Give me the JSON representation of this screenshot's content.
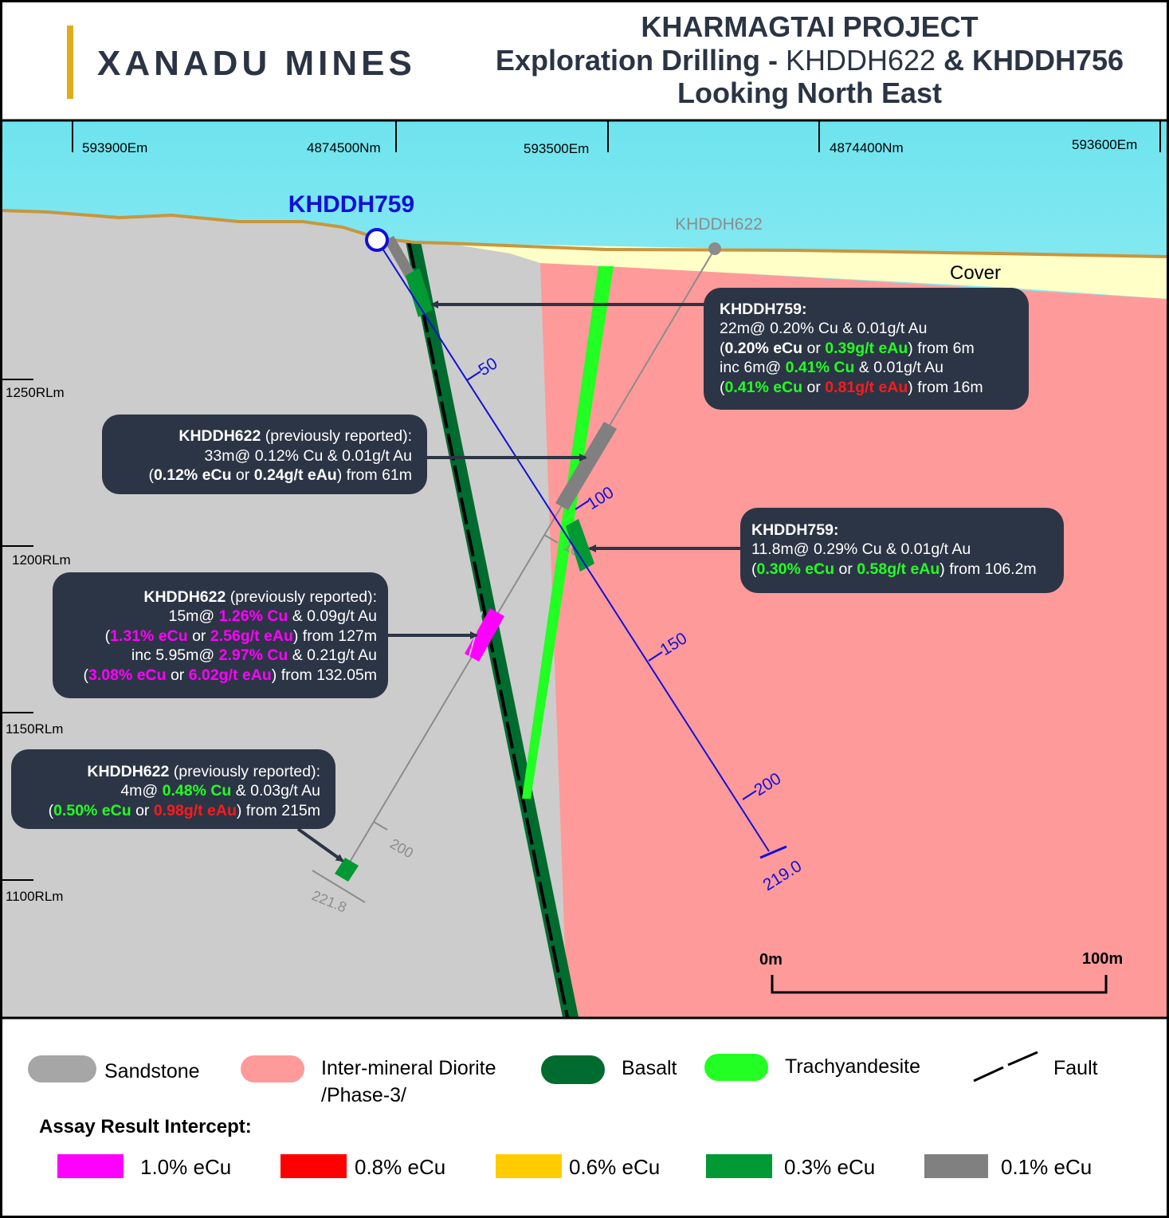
{
  "header": {
    "logo_text": "XANADU MINES",
    "title_line1": "KHARMAGTAI PROJECT",
    "title_line2_a": "Exploration Drilling - ",
    "title_line2_b": "KHDDH622",
    "title_line2_c": " & KHDDH756",
    "title_line3": "Looking North East"
  },
  "colors": {
    "title": "#2b3444",
    "logo_bar": "#e0ac1e",
    "sky_top": "#6ee4ee",
    "sky_bottom": "#eefdfd",
    "sandstone": "#cccccc",
    "diorite": "#ff9a9a",
    "cover": "#ffffc8",
    "basalt": "#006b2f",
    "trachyandesite": "#22ff22",
    "ground_line": "#c8963f",
    "hole_blue": "#1010d8",
    "hole_grey": "#8c8c8c",
    "callout_bg": "#2c3545",
    "pct_magenta": "#ff00ff",
    "pct_green": "#22ff22",
    "pct_red": "#ff1a1a"
  },
  "grid": {
    "top_labels": [
      "593900Em",
      "4874500Nm",
      "593500Em",
      "4874400Nm",
      "593600Em"
    ],
    "rl_labels": [
      "1250RLm",
      "1200RLm",
      "1150RLm",
      "1100RLm"
    ]
  },
  "section": {
    "cover_label": "Cover",
    "hole_759": {
      "name": "KHDDH759",
      "depth_marks": [
        "50",
        "100",
        "150",
        "200"
      ],
      "end_depth": "219.0"
    },
    "hole_622": {
      "name": "KHDDH622",
      "depth_marks": [
        "100",
        "200"
      ],
      "end_depth": "221.8"
    },
    "scale": {
      "start": "0m",
      "end": "100m"
    }
  },
  "callouts": {
    "c759_top": {
      "title": "KHDDH759:",
      "line1": "22m@ 0.20% Cu & 0.01g/t Au",
      "line2_a": "(",
      "line2_b": "0.20% eCu",
      "line2_c": " or ",
      "line2_d": "0.39g/t eAu",
      "line2_e": ") from 6m",
      "line3_a": "inc 6m@ ",
      "line3_b": "0.41% Cu",
      "line3_c": " & 0.01g/t Au",
      "line4_a": "(",
      "line4_b": "0.41% eCu",
      "line4_c": " or ",
      "line4_d": "0.81g/t eAu",
      "line4_e": ") from 16m"
    },
    "c622_a": {
      "title_a": "KHDDH622",
      "title_b": " (previously reported):",
      "line1": "33m@ 0.12% Cu & 0.01g/t Au",
      "line2_a": "(",
      "line2_b": "0.12% eCu",
      "line2_c": " or ",
      "line2_d": "0.24g/t eAu",
      "line2_e": ") from 61m"
    },
    "c759_mid": {
      "title": "KHDDH759:",
      "line1": "11.8m@ 0.29% Cu & 0.01g/t Au",
      "line2_a": "(",
      "line2_b": "0.30% eCu",
      "line2_c": " or ",
      "line2_d": "0.58g/t eAu",
      "line2_e": ") from 106.2m"
    },
    "c622_b": {
      "title_a": "KHDDH622",
      "title_b": " (previously reported):",
      "line1_a": "15m@ ",
      "line1_b": "1.26% Cu",
      "line1_c": " & 0.09g/t Au",
      "line2_a": "(",
      "line2_b": "1.31% eCu",
      "line2_c": " or ",
      "line2_d": "2.56g/t eAu",
      "line2_e": ") from 127m",
      "line3_a": "inc 5.95m@ ",
      "line3_b": "2.97% Cu",
      "line3_c": " & 0.21g/t Au",
      "line4_a": "(",
      "line4_b": "3.08% eCu",
      "line4_c": " or ",
      "line4_d": "6.02g/t eAu",
      "line4_e": ") from 132.05m"
    },
    "c622_c": {
      "title_a": "KHDDH622",
      "title_b": " (previously reported):",
      "line1_a": "4m@ ",
      "line1_b": "0.48% Cu",
      "line1_c": " & 0.03g/t Au",
      "line2_a": "(",
      "line2_b": "0.50% eCu",
      "line2_c": " or ",
      "line2_d": "0.98g/t eAu",
      "line2_e": ") from 215m"
    }
  },
  "legend": {
    "lithology": [
      {
        "label": "Sandstone",
        "color": "#a6a6a6"
      },
      {
        "label": "Inter-mineral Diorite",
        "label2": "/Phase-3/",
        "color": "#ff9a9a"
      },
      {
        "label": "Basalt",
        "color": "#006b2f"
      },
      {
        "label": "Trachyandesite",
        "color": "#22ff22"
      },
      {
        "label": "Fault"
      }
    ],
    "assay_title": "Assay Result Intercept:",
    "assay": [
      {
        "label": "1.0% eCu",
        "color": "#ff00ff"
      },
      {
        "label": "0.8% eCu",
        "color": "#ff0000"
      },
      {
        "label": "0.6% eCu",
        "color": "#ffcc00"
      },
      {
        "label": "0.3% eCu",
        "color": "#009933"
      },
      {
        "label": "0.1% eCu",
        "color": "#808080"
      }
    ]
  }
}
